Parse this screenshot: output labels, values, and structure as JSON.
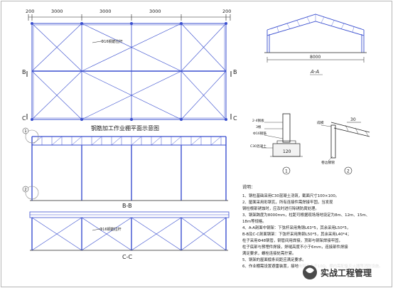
{
  "plan": {
    "title": "钢筋加工作业棚平面示意图",
    "dims": [
      "200",
      "3000",
      "3000",
      "3000",
      "200"
    ],
    "brace_label": "Ф16钢筋拉杆",
    "section_marks": [
      "B",
      "B",
      "C",
      "C"
    ]
  },
  "section_bb": {
    "title": "B-B",
    "callouts": [
      "1",
      "2"
    ]
  },
  "section_cc": {
    "title": "C-C",
    "brace_label": "Ф16钢筋拉杆"
  },
  "section_aa": {
    "title": "A-A",
    "span": "8000"
  },
  "detail1": {
    "number": "1",
    "labels": [
      "2-4钢板",
      "3根",
      "Ф16钢筋",
      "C30混凝土"
    ],
    "dim": "120"
  },
  "detail2": {
    "number": "2",
    "labels": [
      "成模",
      "卷边钢管"
    ],
    "dim": "30"
  },
  "notes": {
    "title": "说明：",
    "lines": [
      "1、钢柱基础采用C30混凝土浇筑，截面尺寸100×100。",
      "2、屋面采用彩钢瓦，所有连接件需焊接牢固，当发现",
      "   钢柱根部锈蚀时，应及时进行除锈防腐处理。",
      "3、钢架跨度为8000mm，柱距可根据现场场地设定为8m、12m、15m、",
      "   18m等规格。",
      "4、A-A剖面中钢架：下弦杆采用角钢L63*5，其余采用L50*5，",
      "   B-B及C-C剖面钢架：下弦杆采用角钢L50*5，其余采用L40*4；",
      "   柱子采用Ф48钢管，钢管间用焊接，顶部与钢架焊接牢固，",
      "   柱子底部与预埋件焊接，焊缝高度不小于6mm，连接部件焊接",
      "   满足要求，螺栓连接处需拧紧。",
      "5、钢架的屋面檩条间距应满足要求。",
      "6、作业棚需设置避雷装置，接地电阻不大于10Ω，棚内需配备灭火器等消防设施。"
    ]
  },
  "watermark": {
    "text": "实战工程管理"
  }
}
